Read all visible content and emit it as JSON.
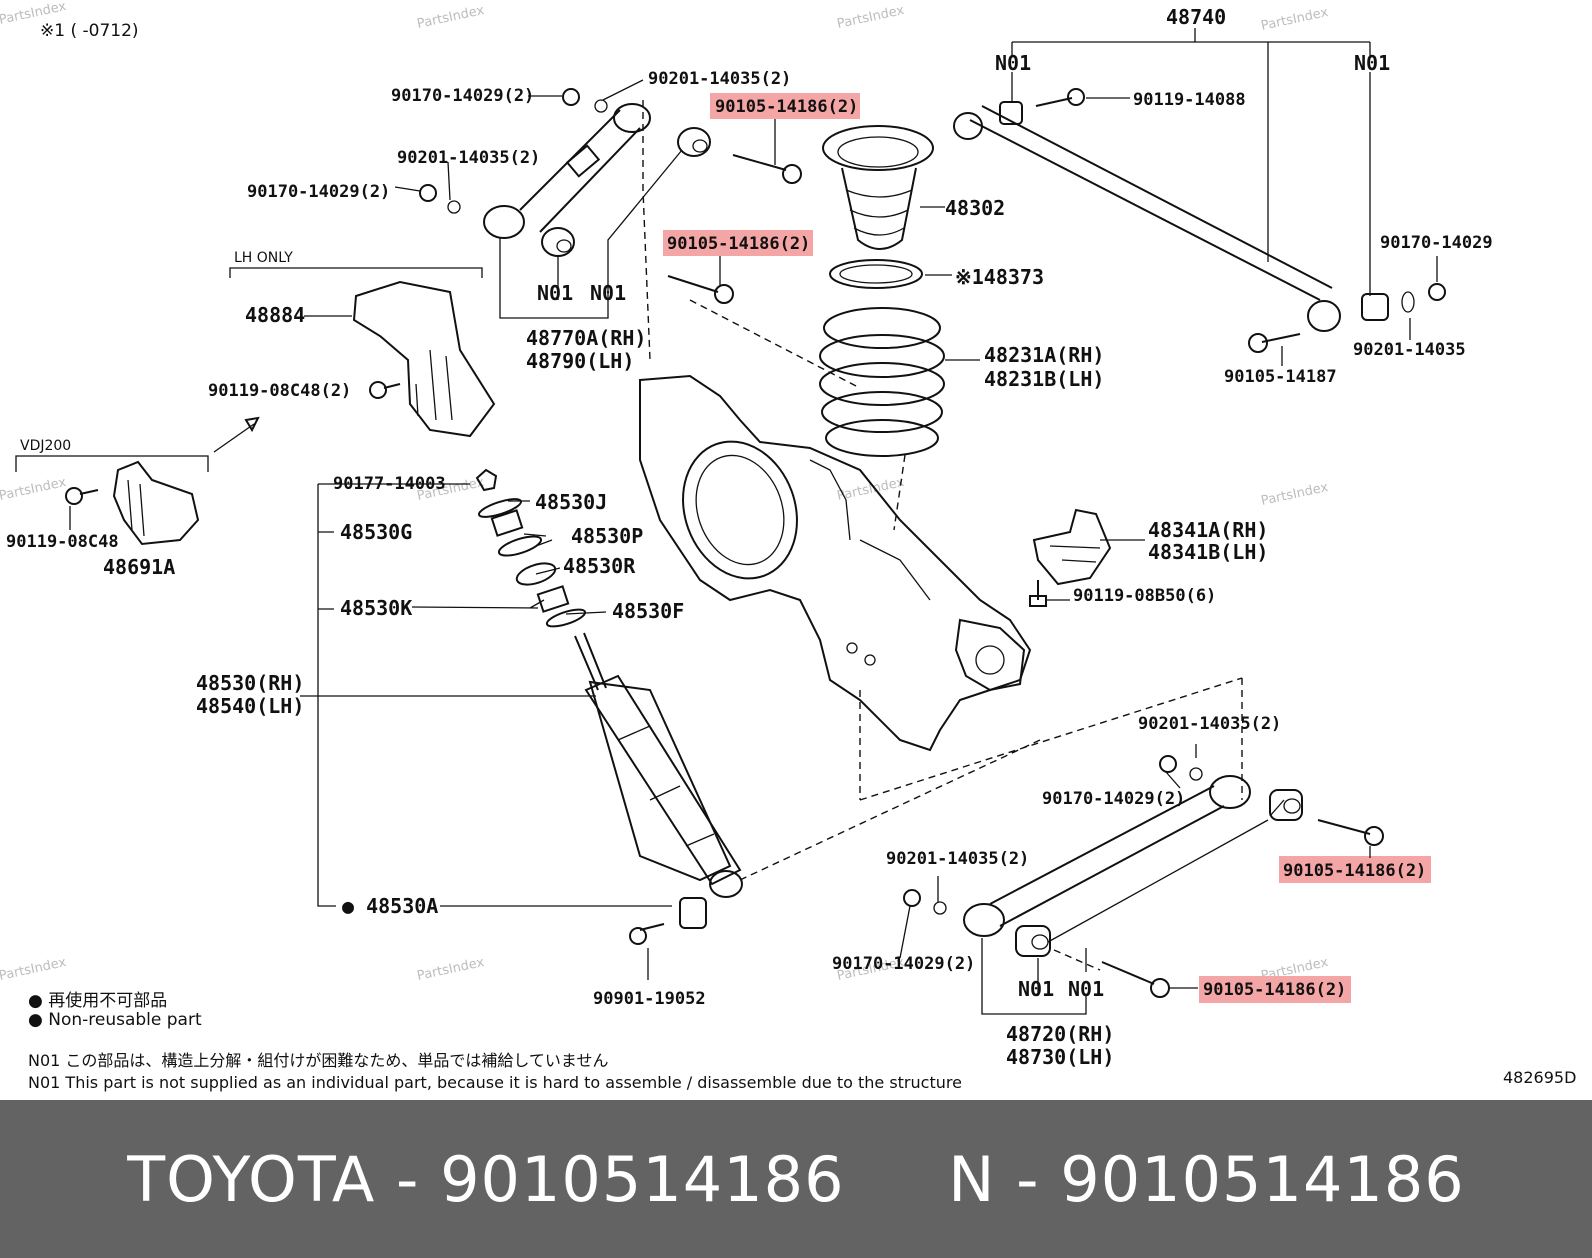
{
  "header": {
    "applicability_note": "※1 (      -0712)"
  },
  "watermark": "PartsIndex",
  "labels": {
    "p48740": "48740",
    "n01": "N01",
    "p90119_14088": "90119-14088",
    "p90170_14029_2": "90170-14029(2)",
    "p90201_14035_2": "90201-14035(2)",
    "p90105_14186_2": "90105-14186(2)",
    "p48302": "48302",
    "p48373": "※148373",
    "p48231a": "48231A(RH)",
    "p48231b": "48231B(LH)",
    "p48770a": "48770A(RH)",
    "p48790": "48790(LH)",
    "lh_only": "LH ONLY",
    "p48884": "48884",
    "p90119_08c48_2": "90119-08C48(2)",
    "vdj200": "VDJ200",
    "p90119_08c48": "90119-08C48",
    "p48691a": "48691A",
    "p90170_14029": "90170-14029",
    "p90201_14035": "90201-14035",
    "p90105_14187": "90105-14187",
    "p48341a": "48341A(RH)",
    "p48341b": "48341B(LH)",
    "p90119_08b50_6": "90119-08B50(6)",
    "p90177_14003": "90177-14003",
    "p48530j": "48530J",
    "p48530g": "48530G",
    "p48530p": "48530P",
    "p48530r": "48530R",
    "p48530k": "48530K",
    "p48530f": "48530F",
    "p48530rh": "48530(RH)",
    "p48540lh": "48540(LH)",
    "p48530a": "● 48530A",
    "p90901_19052": "90901-19052",
    "p48720": "48720(RH)",
    "p48730": "48730(LH)",
    "diagram_id": "482695D"
  },
  "legend": {
    "non_reusable_jp": "● 再使用不可部品",
    "non_reusable_en": "● Non-reusable part",
    "n01_jp": "N01  この部品は、構造上分解・組付けが困難なため、単品では補給していません",
    "n01_en": "N01  This part is not supplied as an individual part, because it is hard to assemble / disassemble due to the structure"
  },
  "footer": {
    "title": "TOYOTA - 9010514186     N - 9010514186"
  },
  "colors": {
    "highlight": "#f4a6a6",
    "footer_bg": "#636363",
    "footer_text": "#ffffff"
  }
}
